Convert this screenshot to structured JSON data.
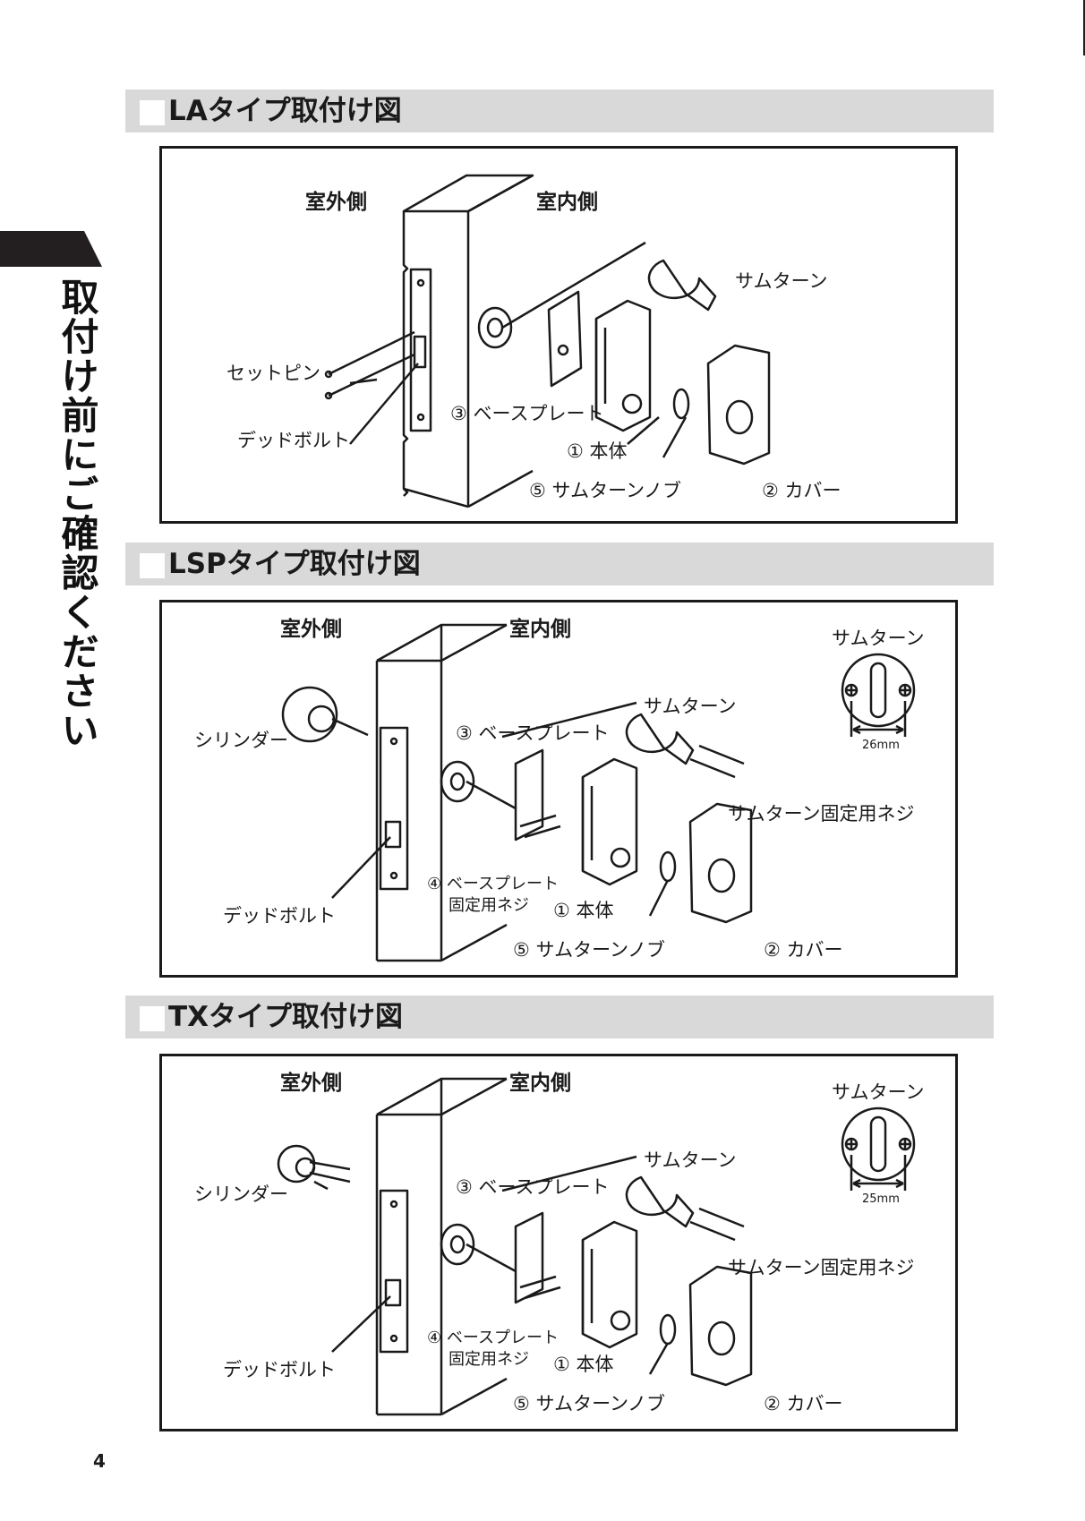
{
  "side_title": "取付け前にご確認ください",
  "page_number": "4",
  "sections": [
    {
      "title": "LAタイプ取付け図",
      "outdoor": "室外側",
      "indoor": "室内側",
      "thumb_turn": "サムターン",
      "set_pin": "セットピン",
      "deadbolt": "デッドボルト",
      "base_plate": "③ ベースプレート",
      "body": "① 本体",
      "knob": "⑤ サムターンノブ",
      "cover": "② カバー"
    },
    {
      "title": "LSPタイプ取付け図",
      "outdoor": "室外側",
      "indoor": "室内側",
      "thumb_turn_detail": "サムターン",
      "dimension": "26mm",
      "thumb_turn": "サムターン",
      "cylinder": "シリンダー",
      "base_plate": "③ ベースプレート",
      "screw": "サムターン固定用ネジ",
      "plate_screw_1": "④ ベースプレート",
      "plate_screw_2": "固定用ネジ",
      "body": "① 本体",
      "deadbolt": "デッドボルト",
      "knob": "⑤ サムターンノブ",
      "cover": "② カバー"
    },
    {
      "title": "TXタイプ取付け図",
      "outdoor": "室外側",
      "indoor": "室内側",
      "thumb_turn_detail": "サムターン",
      "dimension": "25mm",
      "thumb_turn": "サムターン",
      "cylinder": "シリンダー",
      "base_plate": "③ ベースプレート",
      "screw": "サムターン固定用ネジ",
      "plate_screw_1": "④ ベースプレート",
      "plate_screw_2": "固定用ネジ",
      "body": "① 本体",
      "deadbolt": "デッドボルト",
      "knob": "⑤ サムターンノブ",
      "cover": "② カバー"
    }
  ]
}
